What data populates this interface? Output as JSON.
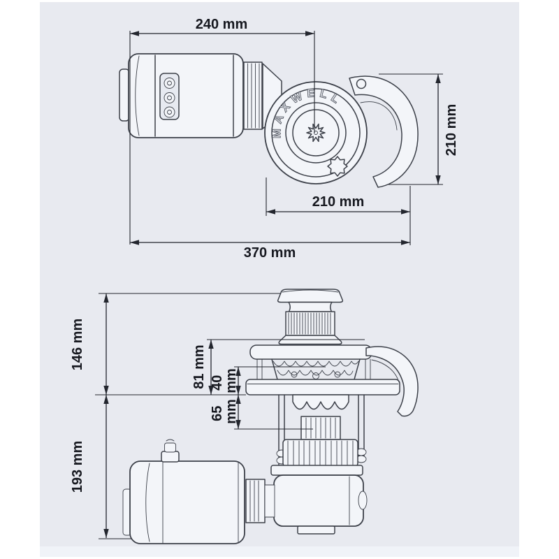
{
  "colors": {
    "canvas": "#ffffff",
    "panel": "#e8eaf0",
    "panel_footer": "#f0f3f8",
    "drawing_line": "#3c4049",
    "dimension_line": "#23262e",
    "label_text": "#16181f"
  },
  "brand_label": "MAXWELL",
  "top_view": {
    "dim_motor_to_center": "240 mm",
    "dim_overall_depth": "210 mm",
    "dim_housing_width": "210 mm",
    "dim_overall_width": "370 mm"
  },
  "side_view": {
    "dim_height_above_deck": "146 mm",
    "dim_capstan_height": "81 mm",
    "dim_chainwheel_height": {
      "value": "40",
      "unit": "mm"
    },
    "dim_deck_clearance": {
      "value": "65",
      "unit": "mm"
    },
    "dim_motor_drop": "193 mm"
  }
}
